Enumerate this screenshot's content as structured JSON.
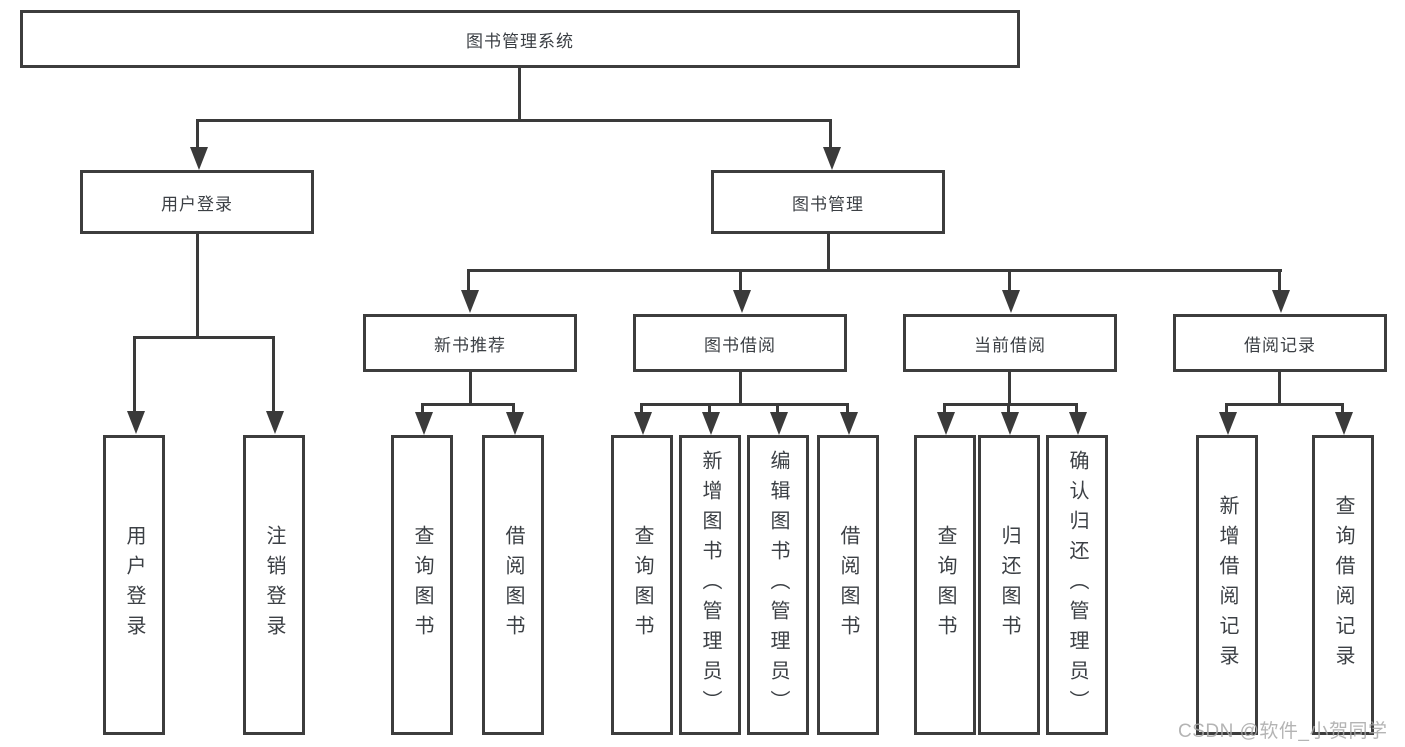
{
  "tree": {
    "root": "图书管理系统",
    "children": [
      {
        "label": "用户登录",
        "children": [
          "用户登录",
          "注销登录"
        ]
      },
      {
        "label": "图书管理",
        "children": [
          {
            "label": "新书推荐",
            "children": [
              "查询图书",
              "借阅图书"
            ]
          },
          {
            "label": "图书借阅",
            "children": [
              "查询图书",
              "新增图书（管理员）",
              "编辑图书（管理员）",
              "借阅图书"
            ]
          },
          {
            "label": "当前借阅",
            "children": [
              "查询图书",
              "归还图书",
              "确认归还（管理员）"
            ]
          },
          {
            "label": "借阅记录",
            "children": [
              "新增借阅记录",
              "查询借阅记录"
            ]
          }
        ]
      }
    ]
  },
  "watermark": {
    "text": "CSDN @软件_小贺同学"
  },
  "colors": {
    "line": "#3a3a3a",
    "border": "#3d3d3d",
    "text": "#3c4045",
    "watermark": "#a8a8a8",
    "background": "#ffffff"
  }
}
